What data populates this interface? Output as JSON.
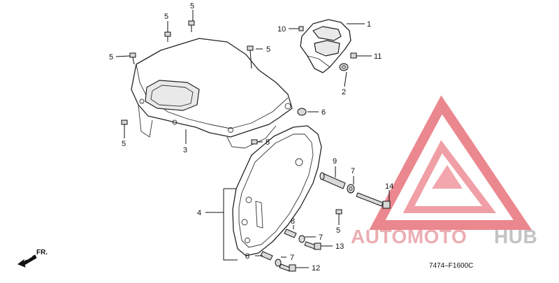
{
  "diagram_code": "7474–F1600C",
  "front_indicator": "FR.",
  "watermark": {
    "brand_a": "AUTOMOTO",
    "brand_b": "HUB",
    "color_a": "#e8a0a6",
    "color_b": "#b9b9bd",
    "triangle_color": "#e0434f"
  },
  "callouts": {
    "c1": "1",
    "c2": "2",
    "c3": "3",
    "c4": "4",
    "c5a": "5",
    "c5b": "5",
    "c5c": "5",
    "c5d": "5",
    "c5e": "5",
    "c5f": "5",
    "c5g": "5",
    "c6": "6",
    "c7a": "7",
    "c7b": "7",
    "c7c": "7",
    "c8a": "8",
    "c8b": "8",
    "c9": "9",
    "c10": "10",
    "c11": "11",
    "c12": "12",
    "c13": "13",
    "c14": "14"
  }
}
